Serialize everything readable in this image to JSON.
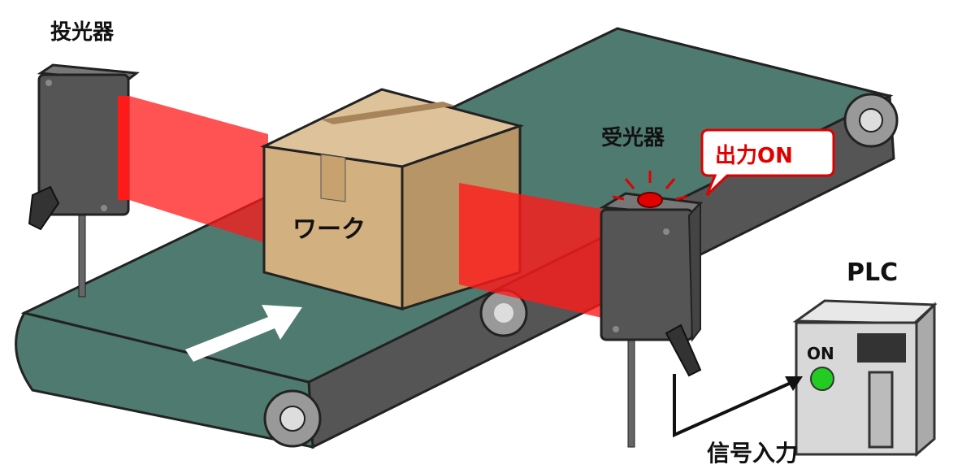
{
  "labels": {
    "emitter": "投光器",
    "receiver": "受光器",
    "output_on": "出力ON",
    "workpiece": "ワーク",
    "plc": "PLC",
    "plc_on": "ON",
    "signal_input": "信号入力"
  },
  "colors": {
    "belt": "#4f7a6f",
    "belt_side": "#545454",
    "beam": "#ff1a1a",
    "box": "#d2b07f",
    "indicator_red": "#e00000",
    "plc_led": "#22cc22",
    "callout_text": "#e00000"
  }
}
